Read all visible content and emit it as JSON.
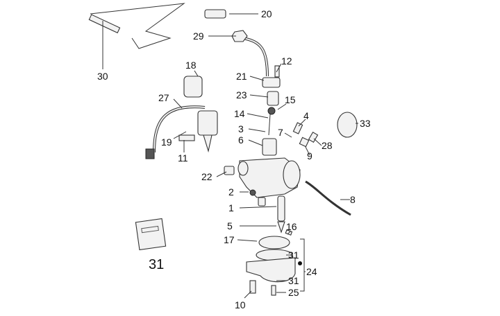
{
  "diagram": {
    "type": "exploded parts diagram",
    "part_labels": [
      "20",
      "29",
      "30",
      "12",
      "18",
      "21",
      "23",
      "15",
      "27",
      "14",
      "4",
      "33",
      "3",
      "7",
      "19",
      "6",
      "28",
      "9",
      "11",
      "22",
      "2",
      "8",
      "1",
      "5",
      "16",
      "17",
      "31",
      "24",
      "31",
      "25",
      "10"
    ],
    "kit_label": "31",
    "colors": {
      "line": "#333333",
      "background": "#ffffff"
    }
  }
}
